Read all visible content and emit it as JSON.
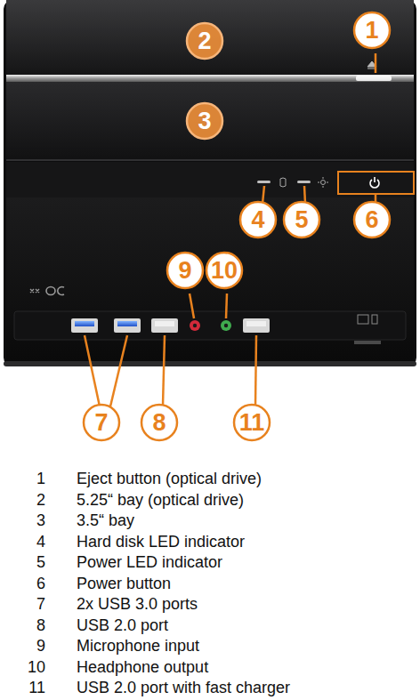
{
  "diagram": {
    "nodes": [
      {
        "text": [
          "1"
        ]
      },
      {
        "text": [
          "2"
        ]
      },
      {
        "text": [
          "3"
        ]
      },
      {
        "text": [
          "4"
        ]
      },
      {
        "text": [
          "5"
        ]
      },
      {
        "text": [
          "6"
        ]
      },
      {
        "text": [
          "9"
        ]
      },
      {
        "text": [
          "10"
        ]
      },
      {
        "text": [
          "7"
        ]
      },
      {
        "text": [
          "8"
        ]
      },
      {
        "text": [
          "11"
        ]
      }
    ],
    "labels": [
      "1",
      "Eject button (optical drive)",
      "2",
      "5.25“ bay (optical drive)",
      "3",
      "3.5“ bay",
      "4",
      "Hard disk LED indicator",
      "5",
      "Power LED indicator",
      "6",
      "Power button",
      "7",
      "2x USB 3.0 ports",
      "8",
      "USB 2.0 port",
      "9",
      "Microphone input",
      "10",
      "Headphone output",
      "11",
      "USB 2.0 port with fast charger"
    ]
  }
}
